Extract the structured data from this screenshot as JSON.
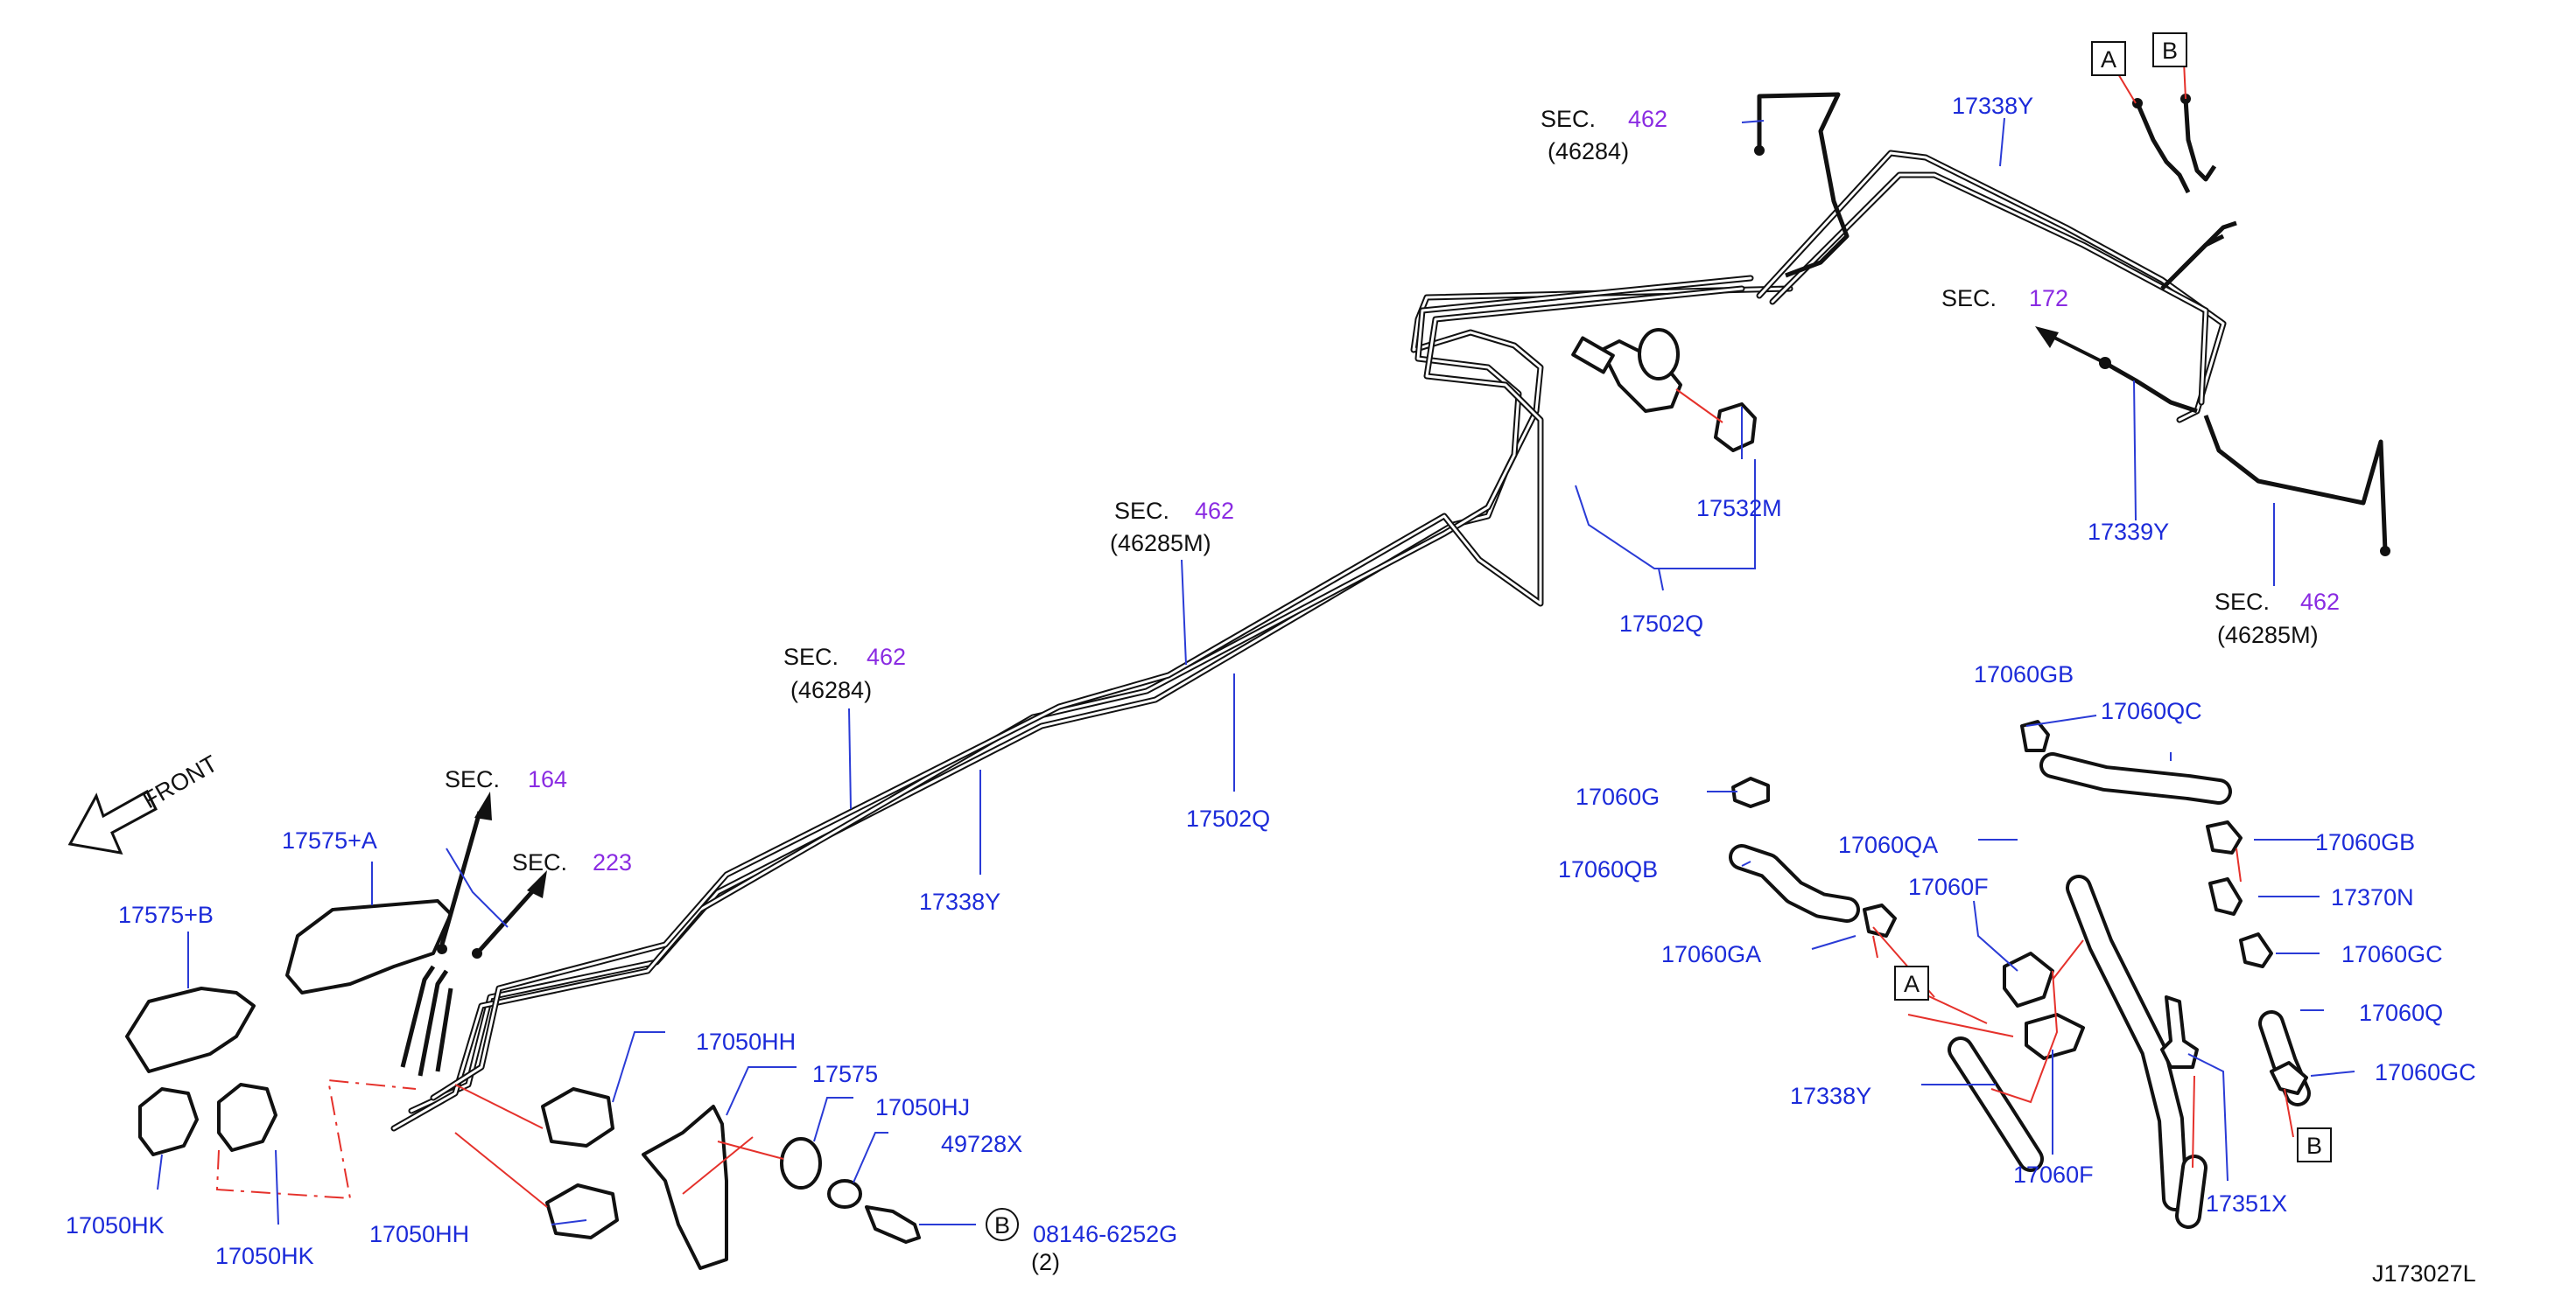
{
  "diagram_code": "J173027L",
  "front_label": "FRONT",
  "sec_prefix": "SEC.",
  "sections": {
    "s164": "164",
    "s223": "223",
    "s462": "462",
    "s172": "172",
    "ref_46284": "(46284)",
    "ref_46285m": "(46285M)"
  },
  "part_numbers": {
    "p17338y": "17338Y",
    "p17339y": "17339Y",
    "p17502q": "17502Q",
    "p17532m": "17532M",
    "p17575a": "17575+A",
    "p17575b": "17575+B",
    "p17575": "17575",
    "p17050hh": "17050HH",
    "p17050hj": "17050HJ",
    "p17050hk": "17050HK",
    "p49728x": "49728X",
    "p08146": "08146-6252G",
    "qty2": "(2)",
    "p17060gb": "17060GB",
    "p17060qc": "17060QC",
    "p17060g": "17060G",
    "p17060qb": "17060QB",
    "p17060qa": "17060QA",
    "p17060ga": "17060GA",
    "p17060f": "17060F",
    "p17370n": "17370N",
    "p17060gc": "17060GC",
    "p17060q": "17060Q",
    "p17351x": "17351X"
  },
  "callouts": {
    "a": "A",
    "b": "B"
  },
  "colors": {
    "part_number": "#1c2bd9",
    "section_number": "#8a2be2",
    "leader": "#2a3bd6",
    "guide": "#e5312b"
  }
}
